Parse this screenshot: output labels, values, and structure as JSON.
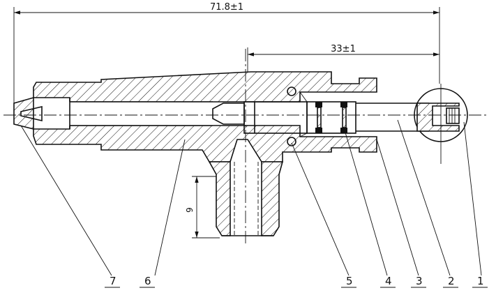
{
  "dimensions": {
    "overall_length": "71.8±1",
    "partial_length": "33±1",
    "thread_length": "9"
  },
  "part_callouts": [
    "7",
    "6",
    "5",
    "4",
    "3",
    "2",
    "1"
  ]
}
